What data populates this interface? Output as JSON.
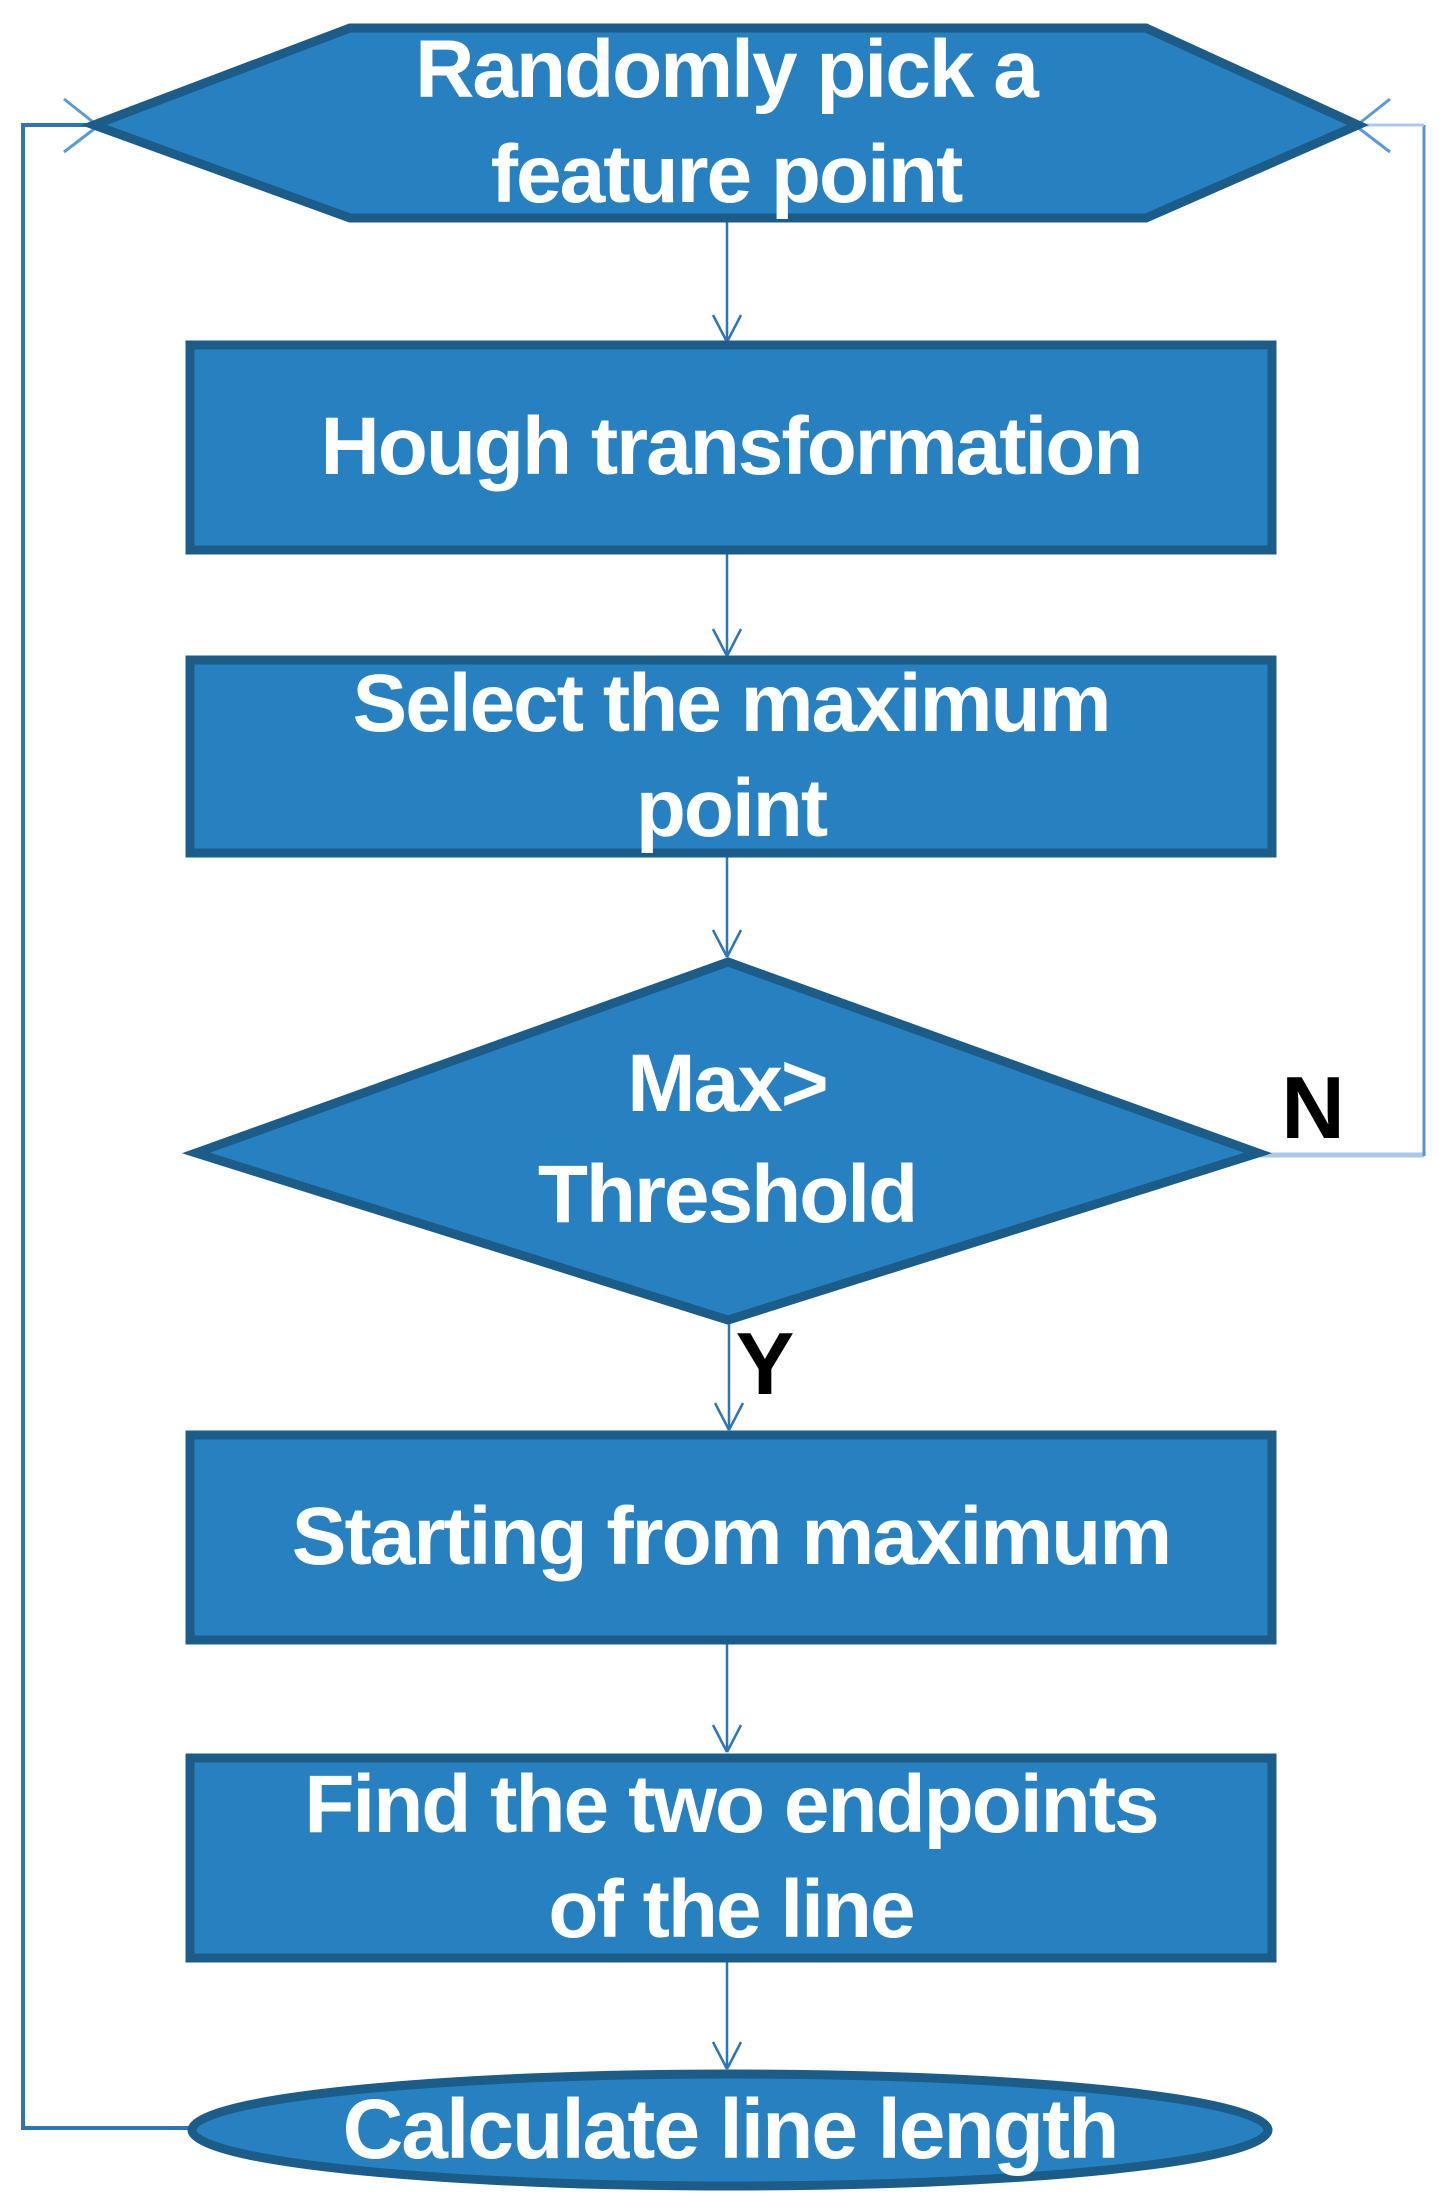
{
  "colors": {
    "background": "#FFFFFF",
    "shape_fill": "#2781C1",
    "shape_border": "#1B5C88",
    "connector": "#2E75B6",
    "loop_left": "#2E75B6",
    "loop_right_vertical": "#5B92C8",
    "loop_right_horizontal": "#A9C9EA",
    "arrowhead_light": "#5B9BD5",
    "label_text": "#FFFFFF",
    "branch_label": "#000000"
  },
  "nodes": {
    "pick_feature_point": {
      "shape": "hexagon",
      "lines": [
        "Randomly pick a",
        "feature point"
      ]
    },
    "hough_transformation": {
      "shape": "process",
      "lines": [
        "Hough transformation"
      ]
    },
    "select_maximum": {
      "shape": "process",
      "lines": [
        "Select the maximum",
        "point"
      ]
    },
    "max_threshold": {
      "shape": "decision",
      "lines": [
        "Max>",
        "Threshold"
      ]
    },
    "starting_from_maximum": {
      "shape": "process",
      "lines": [
        "Starting from maximum"
      ]
    },
    "find_endpoints": {
      "shape": "process",
      "lines": [
        "Find the two endpoints",
        "of the line"
      ]
    },
    "calculate_line_length": {
      "shape": "terminator",
      "lines": [
        "Calculate line length"
      ]
    }
  },
  "branch_labels": {
    "no": "N",
    "yes": "Y"
  }
}
